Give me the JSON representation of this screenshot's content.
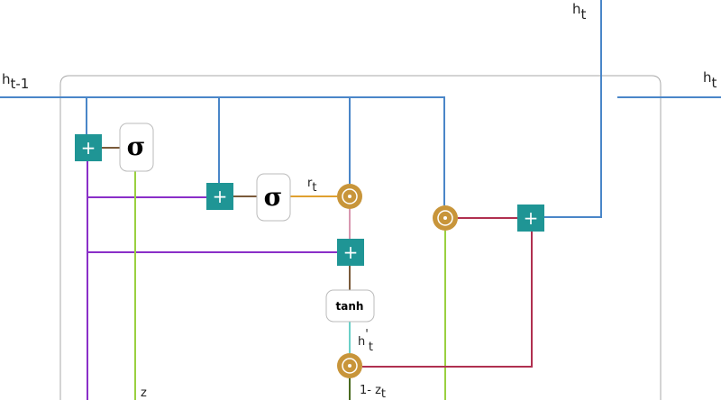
{
  "labels": {
    "h_prev": "h",
    "h_prev_sub": "t-1",
    "h_out_top": "h",
    "h_out_top_sub": "t",
    "h_out_right": "h",
    "h_out_right_sub": "t",
    "r": "r",
    "r_sub": "t",
    "h_cand": "h",
    "h_cand_prime": "'",
    "h_cand_sub": "t",
    "one_minus_z": "1- z",
    "one_minus_z_sub": "t",
    "z": "z"
  },
  "nodes": {
    "sigma": "σ",
    "tanh": "tanh",
    "plus": "+"
  },
  "colors": {
    "hidden": "#4a86c8",
    "input": "#8a2fc8",
    "gate": "#1f9595",
    "mult": "#c8953a"
  }
}
